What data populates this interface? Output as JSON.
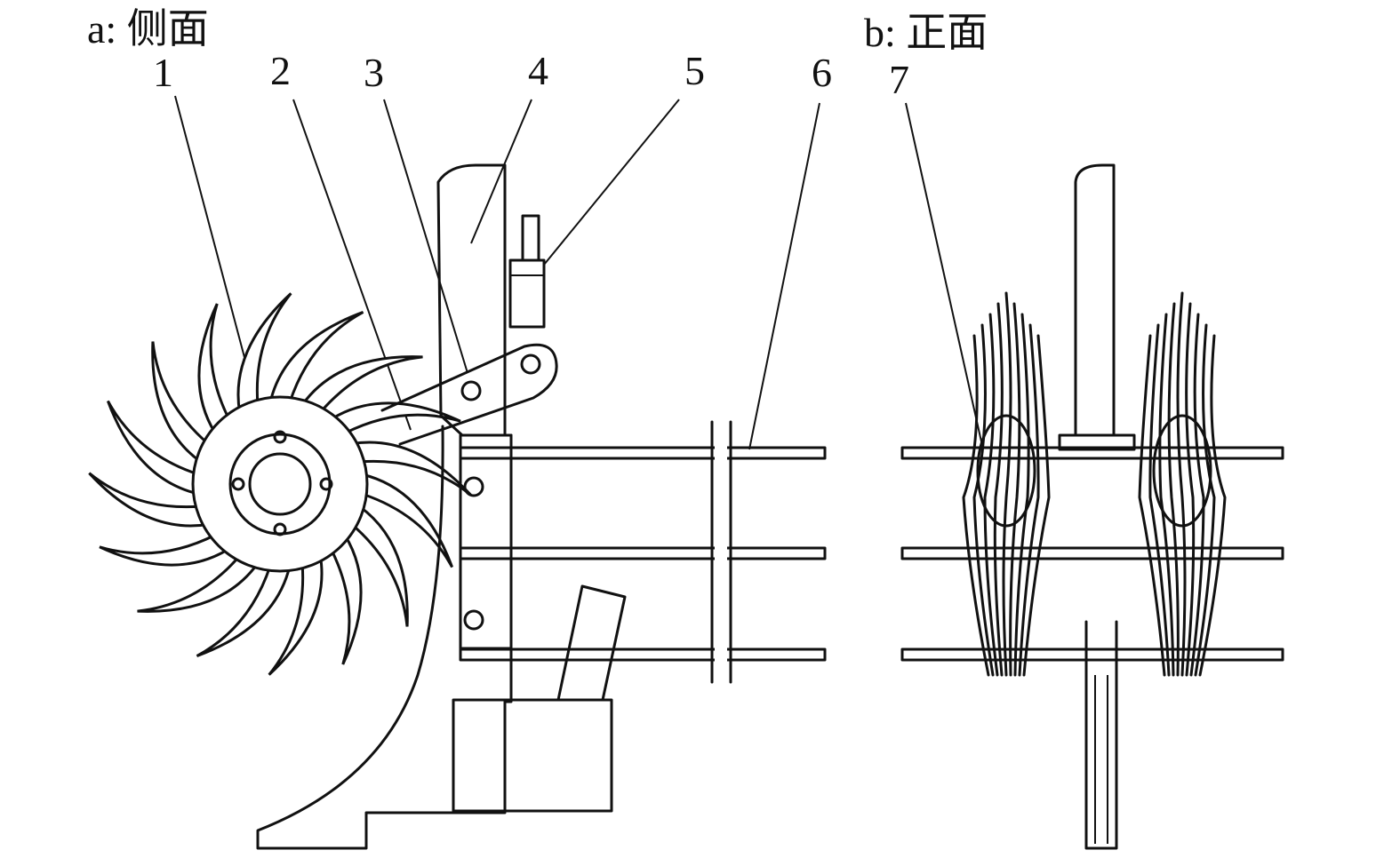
{
  "views": {
    "side": "a: 侧面",
    "front": "b: 正面"
  },
  "part_numbers": [
    "1",
    "2",
    "3",
    "4",
    "5",
    "6",
    "7"
  ]
}
